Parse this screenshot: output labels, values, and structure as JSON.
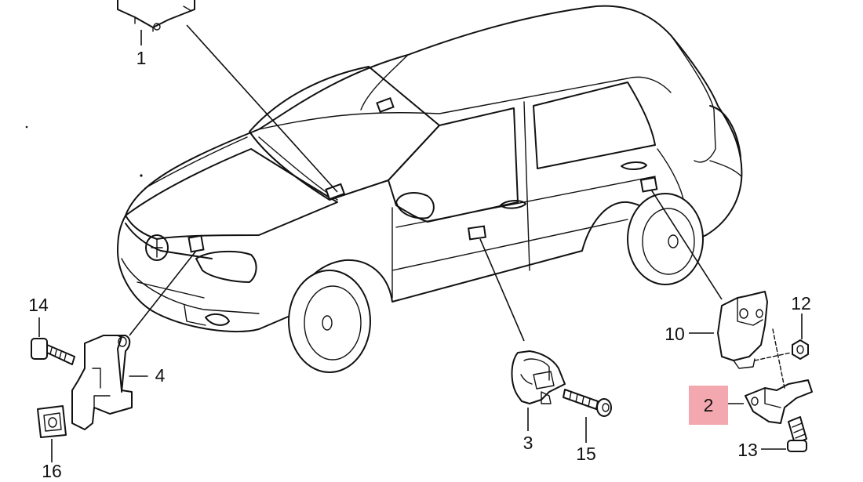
{
  "diagram": {
    "highlight_color": "#f2a8ae",
    "line_color": "#111111",
    "highlighted_part": "2",
    "callouts": [
      {
        "id": "c1",
        "label": "1"
      },
      {
        "id": "c2",
        "label": "2"
      },
      {
        "id": "c3",
        "label": "3"
      },
      {
        "id": "c4",
        "label": "4"
      },
      {
        "id": "c10",
        "label": "10"
      },
      {
        "id": "c12",
        "label": "12"
      },
      {
        "id": "c13",
        "label": "13"
      },
      {
        "id": "c14",
        "label": "14"
      },
      {
        "id": "c15",
        "label": "15"
      },
      {
        "id": "c16",
        "label": "16"
      }
    ]
  }
}
